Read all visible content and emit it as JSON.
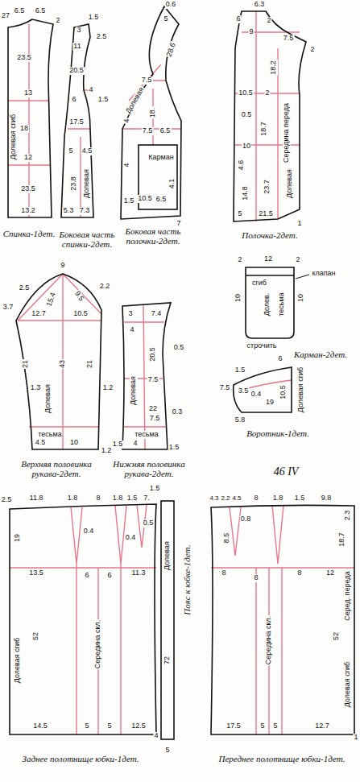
{
  "diagram": {
    "labels": [
      "6.5",
      "6.5",
      "27",
      "2",
      "23.5",
      "13",
      "18",
      "12",
      "23.5",
      "13.2",
      "Долевая сгиб",
      "Спинка-1дет.",
      "1.5",
      "3",
      "2.5",
      "11",
      "20.5",
      "6",
      "4",
      "1.5",
      "17.5",
      "5",
      "4.5",
      "23.8",
      "Долевая",
      "5.3",
      "7.3",
      "Боковая часть спинки-2дет.",
      "0.6",
      "5",
      "28.6",
      "7.5",
      "Долевая",
      "4",
      "18.",
      "7.5",
      "6.5",
      "Карман",
      "4",
      "1.5",
      "10.5",
      "6.5",
      "4.1",
      "7",
      "Боковая часть полочки-2дет.",
      "6",
      "6.3",
      "2",
      "9",
      "7.5",
      "2",
      "18.2",
      "10.5",
      "2",
      "18.7",
      "Середина переда",
      "Долевая",
      "0.5",
      "10",
      "4.6",
      "14.8",
      "23.7",
      "5",
      "21.5",
      "1",
      "Полочка-2дет.",
      "2",
      "12",
      "2",
      "сгиб",
      "10",
      "Долев.",
      "тесьма",
      "10",
      "клапан",
      "строчить",
      "Карман-2дет.",
      "1.5",
      "6",
      "3.5",
      "0.4",
      "19",
      "10.5",
      "Долевая сгиб",
      "7.5",
      "5.8",
      "Воротник-1дет.",
      "9",
      "2.5",
      "2.2",
      "3.7",
      "12.7",
      "15.4",
      "9.5",
      "10.5",
      "21",
      "43",
      "21",
      "1.3",
      "Долевая",
      "1.2",
      "тесьма",
      "4.5",
      "10",
      "1.2",
      "Верхняя половинка рукава-2дет.",
      "3",
      "7.4",
      "4",
      "0.5",
      "20.5",
      "7.5",
      "0.3",
      "Долевая",
      "22",
      "7.5",
      "1.5",
      "тесьма",
      "4",
      "1.5",
      "Нижняя половинка рукава-2дет.",
      "46 IV",
      "2.5",
      "11.8",
      "1.8",
      "8",
      "1.8",
      "1.5",
      "7.",
      "1.5",
      "19",
      "0.4",
      "0.5",
      "0.4",
      "13.5",
      "6",
      "6",
      "11.3",
      "52",
      "Долевая сгиб",
      "Середина скл.",
      "14.5",
      "5",
      "5",
      "12.5",
      "Заднее полотнище юбки-1дет.",
      "Долевая",
      "Пояс к юбке-1дет.",
      "72",
      "4",
      "5",
      "4.3",
      "2.2",
      "4.5",
      "8",
      "1.8",
      "1.5",
      "9.8",
      "2.3",
      "0.8",
      "8.5",
      "18.7",
      "8",
      "8",
      "8",
      "12",
      "52",
      "Середина скл.",
      "Серед. переда",
      "Долевая сгиб",
      "17.5",
      "5",
      "5",
      "12.7",
      "1",
      "Переднее полотнище юбки-1дет."
    ]
  }
}
